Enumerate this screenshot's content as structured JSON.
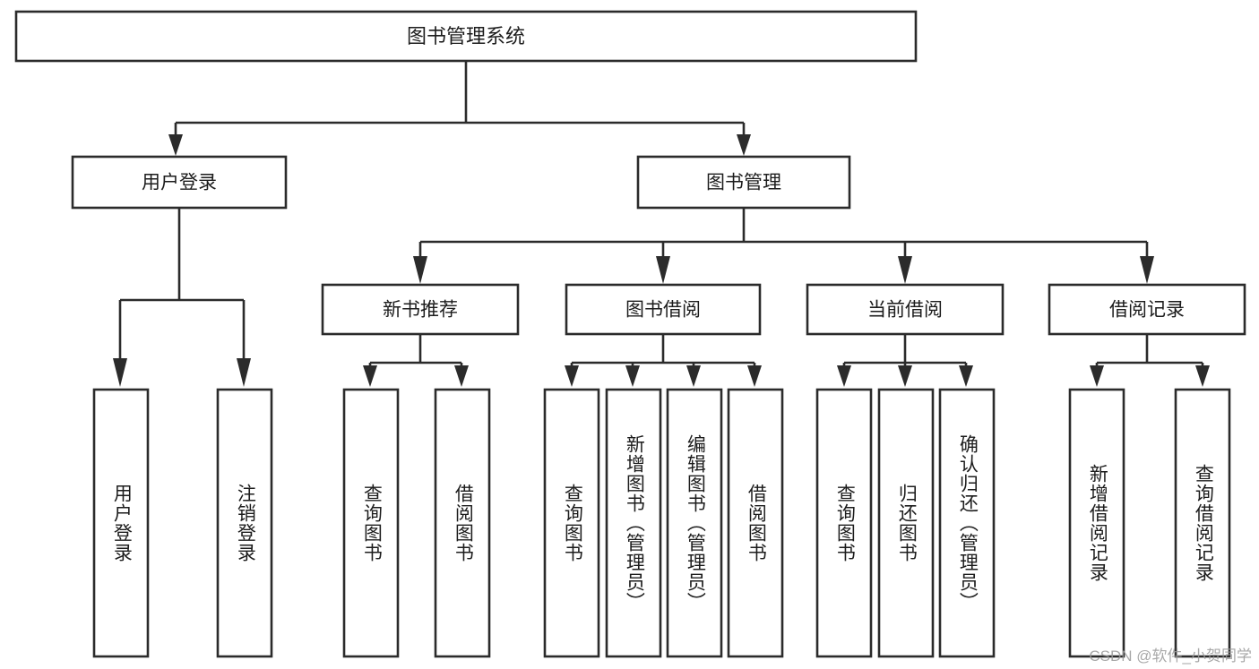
{
  "diagram": {
    "type": "hierarchy-tree",
    "title": "图书管理系统",
    "watermark": "CSDN @软件_小贺同学",
    "colors": {
      "stroke": "#2b2b2b",
      "fill": "#ffffff",
      "text": "#1c1c1c",
      "watermark": "#9a9a9a"
    },
    "root": {
      "label": "图书管理系统",
      "orientation": "horizontal"
    },
    "level2": [
      {
        "label": "用户登录",
        "orientation": "horizontal"
      },
      {
        "label": "图书管理",
        "orientation": "horizontal"
      }
    ],
    "level3": [
      {
        "label": "新书推荐",
        "orientation": "horizontal"
      },
      {
        "label": "图书借阅",
        "orientation": "horizontal"
      },
      {
        "label": "当前借阅",
        "orientation": "horizontal"
      },
      {
        "label": "借阅记录",
        "orientation": "horizontal"
      }
    ],
    "leaves": {
      "user_login": [
        {
          "label": "用户登录",
          "orientation": "vertical"
        },
        {
          "label": "注销登录",
          "orientation": "vertical"
        }
      ],
      "new_book_recommend": [
        {
          "label": "查询图书",
          "orientation": "vertical"
        },
        {
          "label": "借阅图书",
          "orientation": "vertical"
        }
      ],
      "book_borrow": [
        {
          "label": "查询图书",
          "orientation": "vertical"
        },
        {
          "label": "新增图书（管理员）",
          "orientation": "vertical"
        },
        {
          "label": "编辑图书（管理员）",
          "orientation": "vertical"
        },
        {
          "label": "借阅图书",
          "orientation": "vertical"
        }
      ],
      "current_borrow": [
        {
          "label": "查询图书",
          "orientation": "vertical"
        },
        {
          "label": "归还图书",
          "orientation": "vertical"
        },
        {
          "label": "确认归还（管理员）",
          "orientation": "vertical"
        }
      ],
      "borrow_record": [
        {
          "label": "新增借阅记录",
          "orientation": "vertical"
        },
        {
          "label": "查询借阅记录",
          "orientation": "vertical"
        }
      ]
    }
  }
}
